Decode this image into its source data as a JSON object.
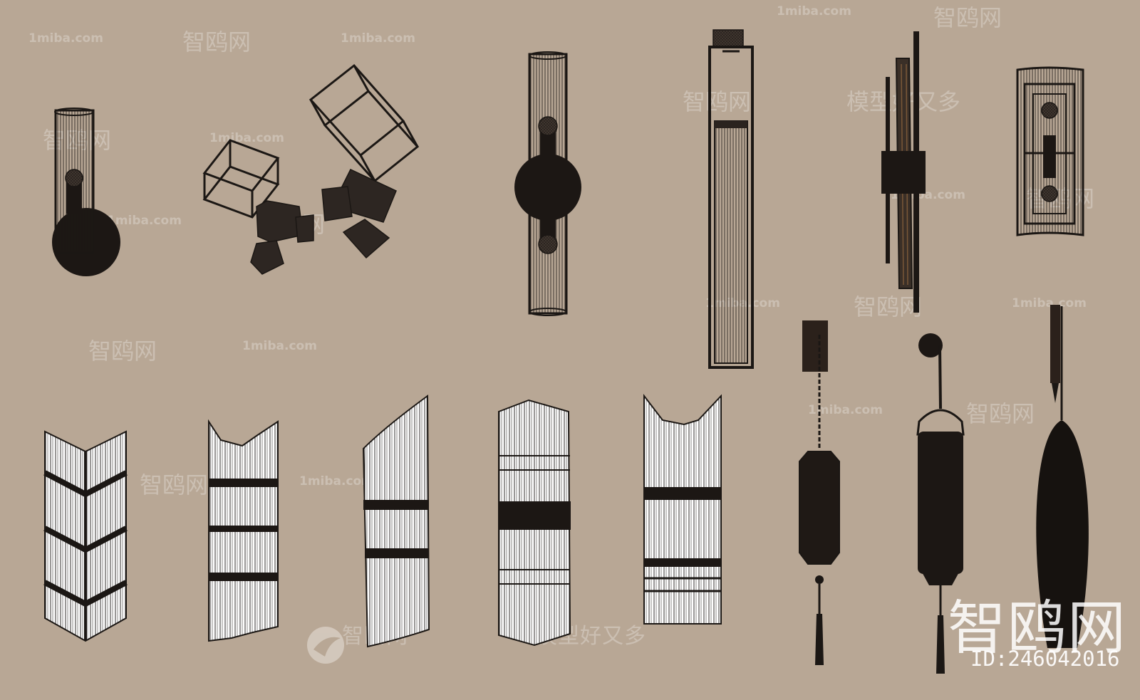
{
  "image": {
    "subject": "wall-lamp model collection",
    "background": "#b8a795",
    "line_color": "#1b1714",
    "fill_dark": "#241e1a",
    "fill_light": "#ffffff"
  },
  "watermarks": {
    "site": "1miba.com",
    "brand": "智鸥网",
    "slogan": "模型好又多",
    "id_label": "ID:246042016"
  },
  "lamps": [
    {
      "name": "lamp-caged-cylinder-round-back"
    },
    {
      "name": "lamp-wire-cubes-small"
    },
    {
      "name": "lamp-wire-cubes-large"
    },
    {
      "name": "lamp-double-cage-disc"
    },
    {
      "name": "lamp-tall-frame-glass"
    },
    {
      "name": "lamp-twin-bar-tube"
    },
    {
      "name": "lamp-fret-lantern"
    },
    {
      "name": "lamp-crystal-chevron"
    },
    {
      "name": "lamp-crystal-shield-two-bands"
    },
    {
      "name": "lamp-crystal-wave"
    },
    {
      "name": "lamp-crystal-column-wide-band"
    },
    {
      "name": "lamp-crystal-shield-three-bands"
    },
    {
      "name": "lamp-chain-lantern-tassel"
    },
    {
      "name": "lamp-hook-cylinder-lantern"
    },
    {
      "name": "lamp-olive-pendant"
    }
  ]
}
